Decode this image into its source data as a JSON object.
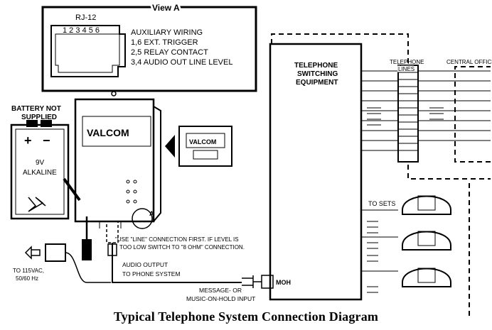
{
  "view_a": {
    "title": "View A",
    "connector": "RJ-12",
    "pins": "1 2 3 4 5 6",
    "wiring_title": "AUXILIARY WIRING",
    "wiring": [
      "1,6 EXT. TRIGGER",
      "2,5 RELAY CONTACT",
      "3,4 AUDIO OUT LINE LEVEL"
    ]
  },
  "battery": {
    "note_line1": "BATTERY NOT",
    "note_line2": "SUPPLIED",
    "plus": "+",
    "minus": "−",
    "voltage": "9V",
    "type": "ALKALINE"
  },
  "device": {
    "brand": "VALCOM",
    "pointer": "A"
  },
  "cassette": {
    "brand": "VALCOM"
  },
  "telephone_equipment": {
    "line1": "TELEPHONE",
    "line2": "SWITCHING",
    "line3": "EQUIPMENT"
  },
  "telephone_lines": {
    "line1": "TELEPHONE",
    "line2": "LINES"
  },
  "central_office": "CENTRAL OFFICE",
  "to_sets": "TO SETS",
  "note": {
    "line1": "\"USE \"LINE\" CONNECTION FIRST.  IF LEVEL IS",
    "line2": "TOO LOW SWITCH TO \"8 OHM\" CONNECTION."
  },
  "audio_output": {
    "line1": "AUDIO OUTPUT",
    "line2": "TO PHONE SYSTEM"
  },
  "moh_input": {
    "line1": "MESSAGE- OR",
    "line2": "MUSIC-ON-HOLD INPUT"
  },
  "moh_label": "MOH",
  "power": {
    "line1": "TO 115VAC,",
    "line2": "50/60 Hz"
  },
  "caption": "Typical Telephone System Connection Diagram"
}
